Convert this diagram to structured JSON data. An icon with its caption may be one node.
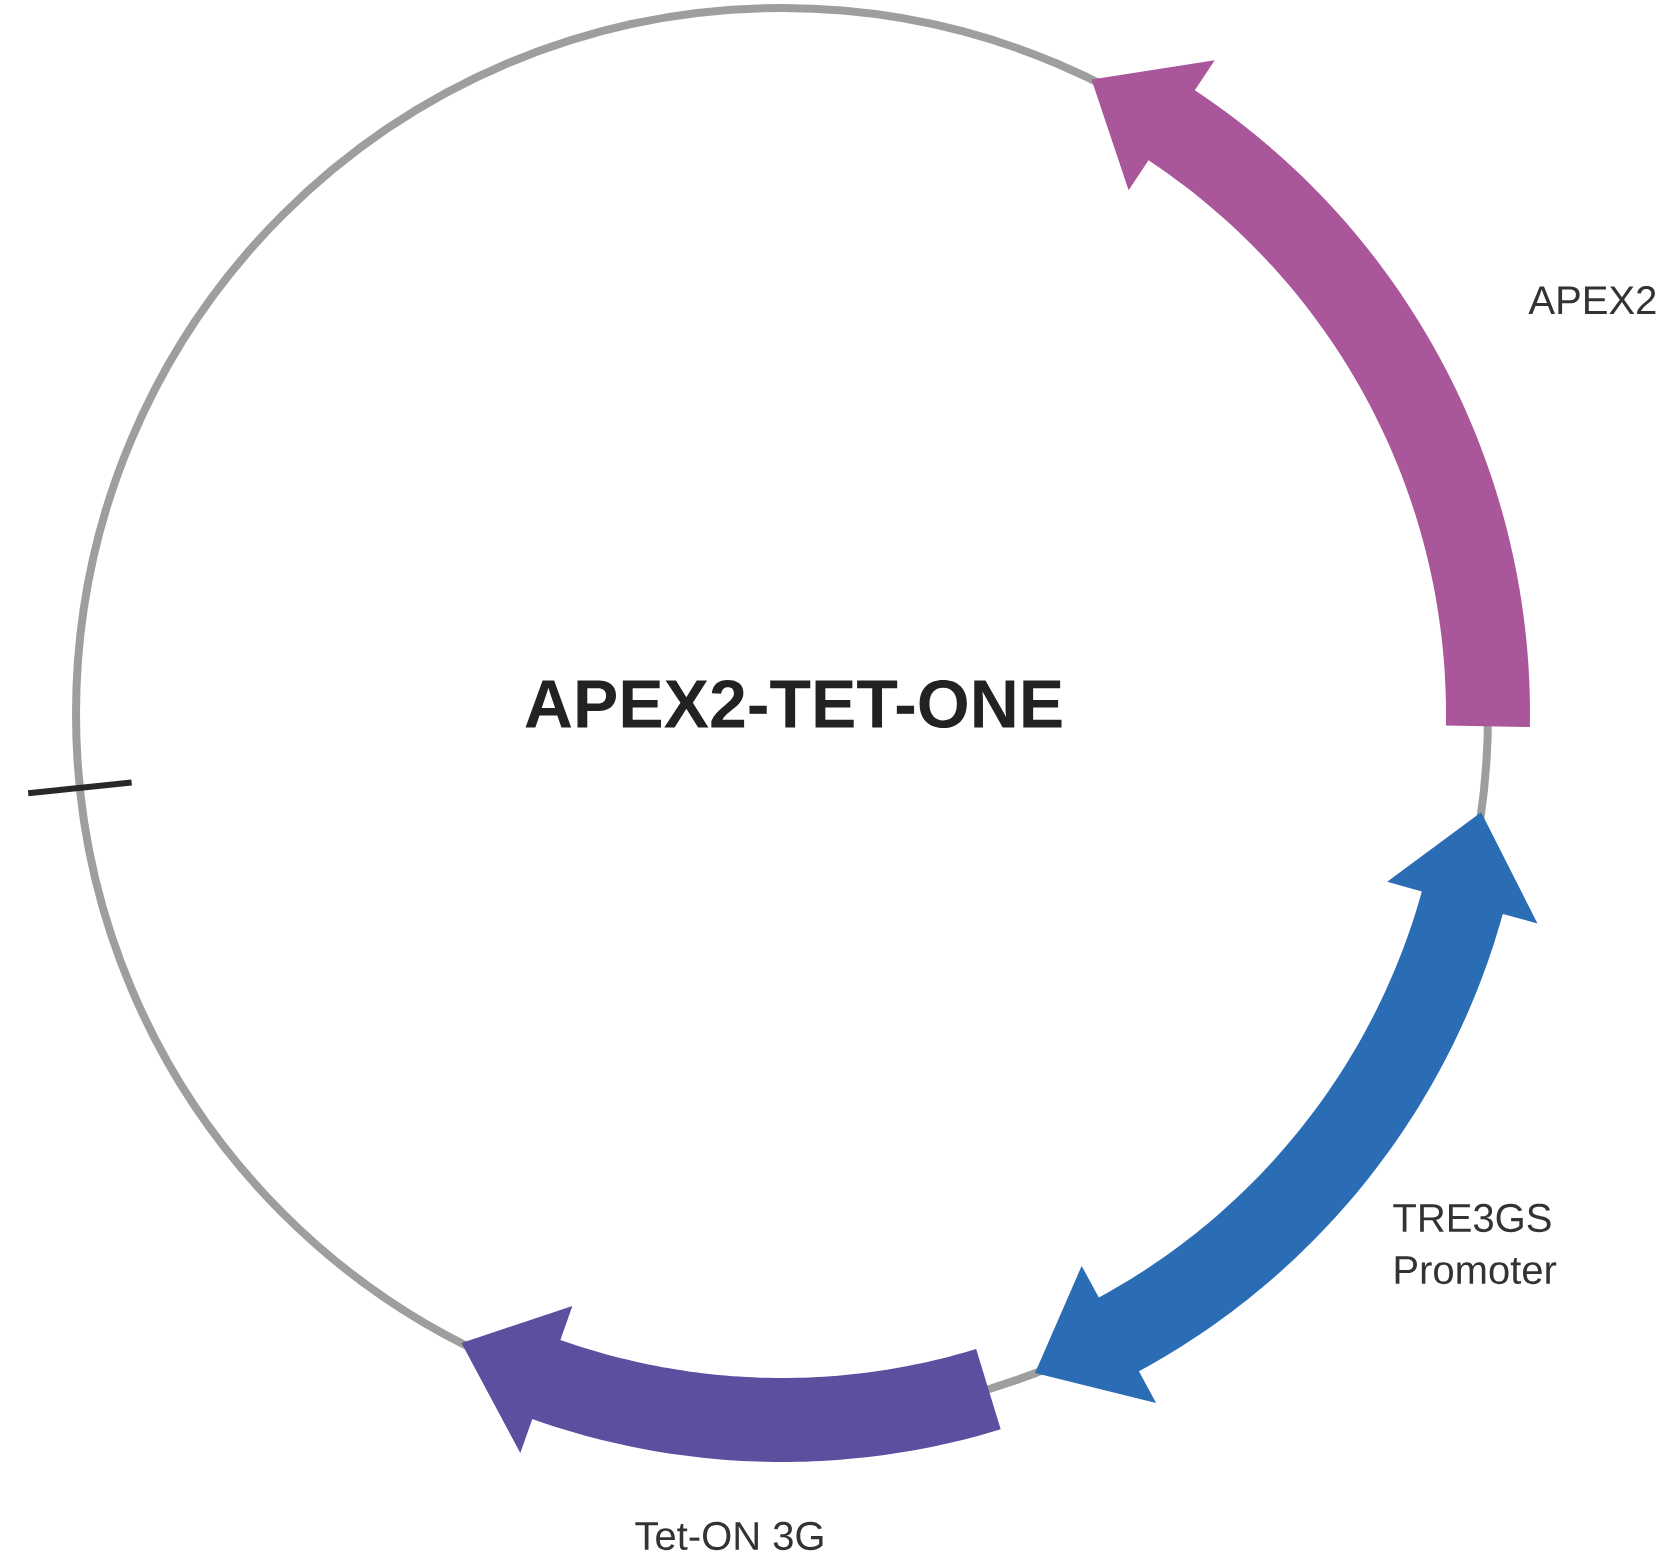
{
  "diagram": {
    "title": "APEX2-TET-ONE",
    "nodes": [
      {
        "text": [
          "APEX2"
        ]
      },
      {
        "text": [
          "TRE3GS Promoter"
        ]
      },
      {
        "text": [
          "Tet-ON 3G"
        ]
      }
    ]
  }
}
